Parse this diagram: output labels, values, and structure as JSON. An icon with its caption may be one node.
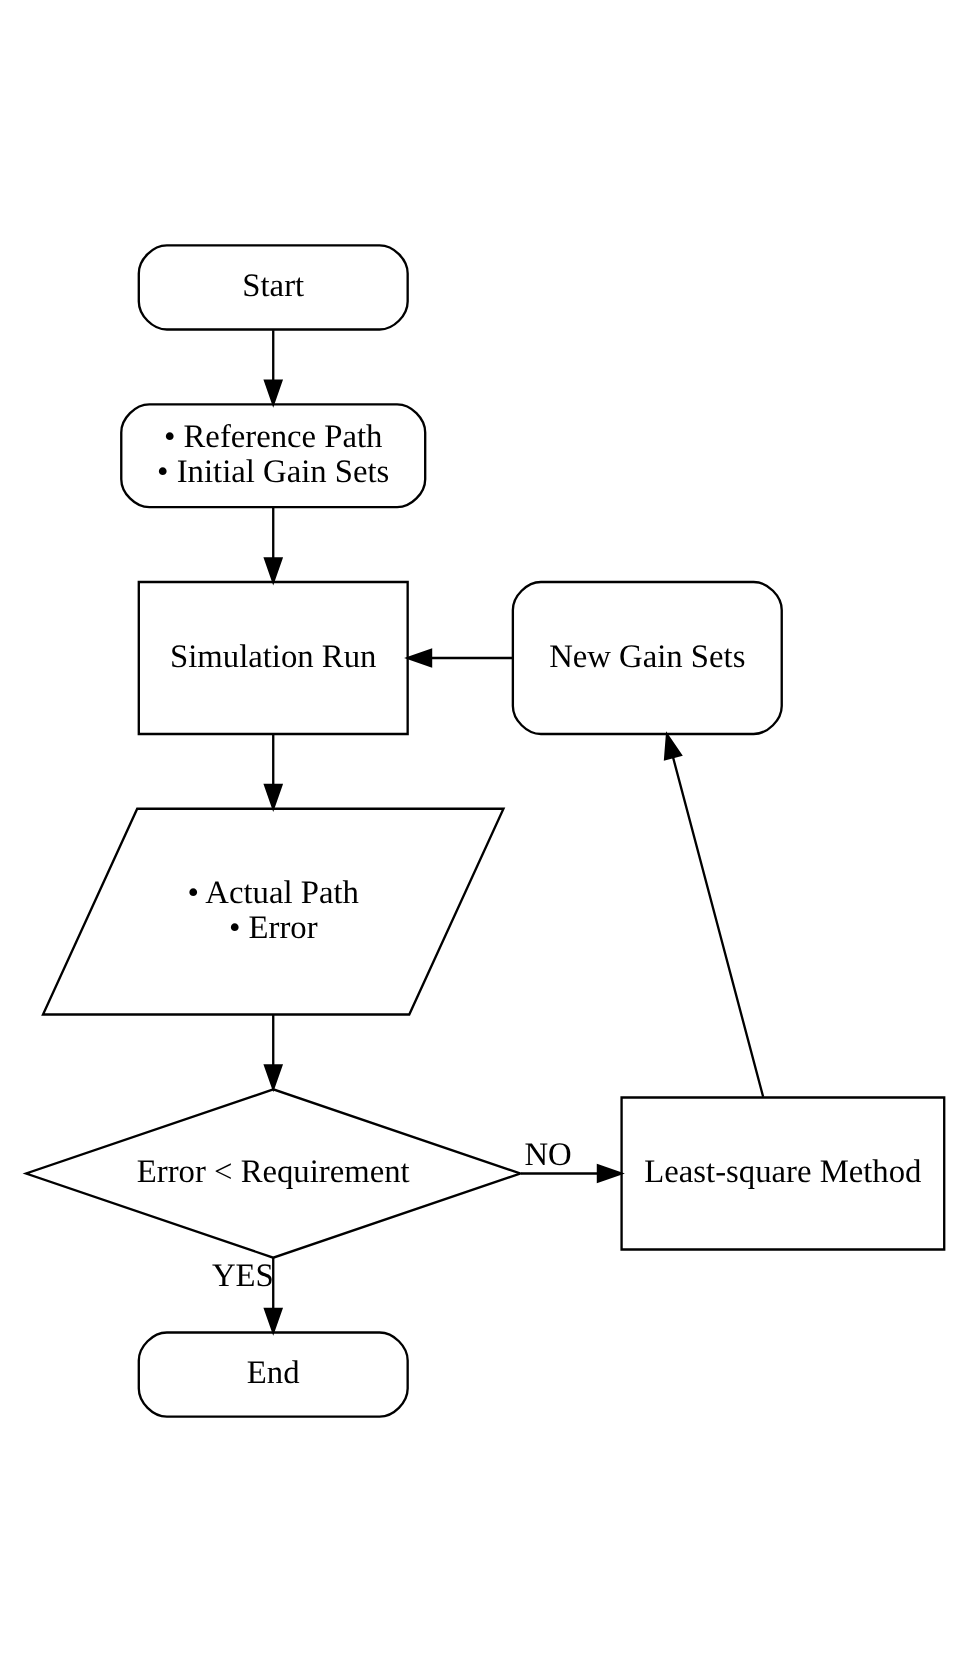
{
  "diagram": {
    "nodes": [
      {
        "text": [
          "Start"
        ]
      },
      {
        "text": [
          "• Reference Path",
          "• Initial Gain Sets"
        ]
      },
      {
        "text": [
          "Simulation Run"
        ]
      },
      {
        "text": [
          "• Actual Path",
          "• Error"
        ]
      },
      {
        "text": [
          "Error < Requirement"
        ]
      },
      {
        "text": [
          "Least-square Method"
        ]
      },
      {
        "text": [
          "New Gain Sets"
        ]
      },
      {
        "text": [
          "End"
        ]
      }
    ],
    "edges": [
      {
        "from": 0,
        "to": 1,
        "arrow": "to"
      },
      {
        "from": 1,
        "to": 2,
        "arrow": "to"
      },
      {
        "from": 2,
        "to": 3,
        "arrow": "to"
      },
      {
        "from": 3,
        "to": 4,
        "arrow": "to"
      },
      {
        "from": 4,
        "to": 5,
        "arrow": "to",
        "label": "NO"
      },
      {
        "from": 5,
        "to": 6,
        "arrow": "to"
      },
      {
        "from": 6,
        "to": 2,
        "arrow": "to"
      },
      {
        "from": 4,
        "to": 7,
        "arrow": "to",
        "label": "YES"
      }
    ]
  }
}
